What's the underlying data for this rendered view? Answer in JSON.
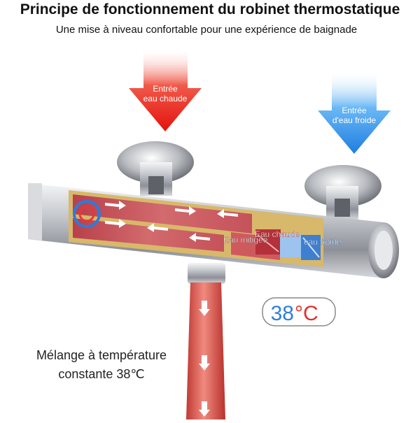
{
  "header": {
    "title": "Principe de fonctionnement du robinet thermostatique",
    "subtitle": "Une mise à niveau confortable pour une expérience de baignade"
  },
  "diagram": {
    "hot_inlet": {
      "line1": "Entrée",
      "line2": "eau chaude"
    },
    "cold_inlet": {
      "line1": "Entrée",
      "line2": "d'eau froide"
    },
    "labels": {
      "hot_water": "Eau chaude",
      "cold_water": "eau froide",
      "mixed_water": "Eau mitigée"
    },
    "temperature": {
      "value": "38",
      "unit": "°C"
    }
  },
  "caption": {
    "line1": "Mélange à température",
    "line2": "constante 38℃"
  },
  "colors": {
    "hot": "#e8221b",
    "cold": "#2b8fe6",
    "chrome": "#c9ccd1",
    "hose": "#d9534f"
  }
}
